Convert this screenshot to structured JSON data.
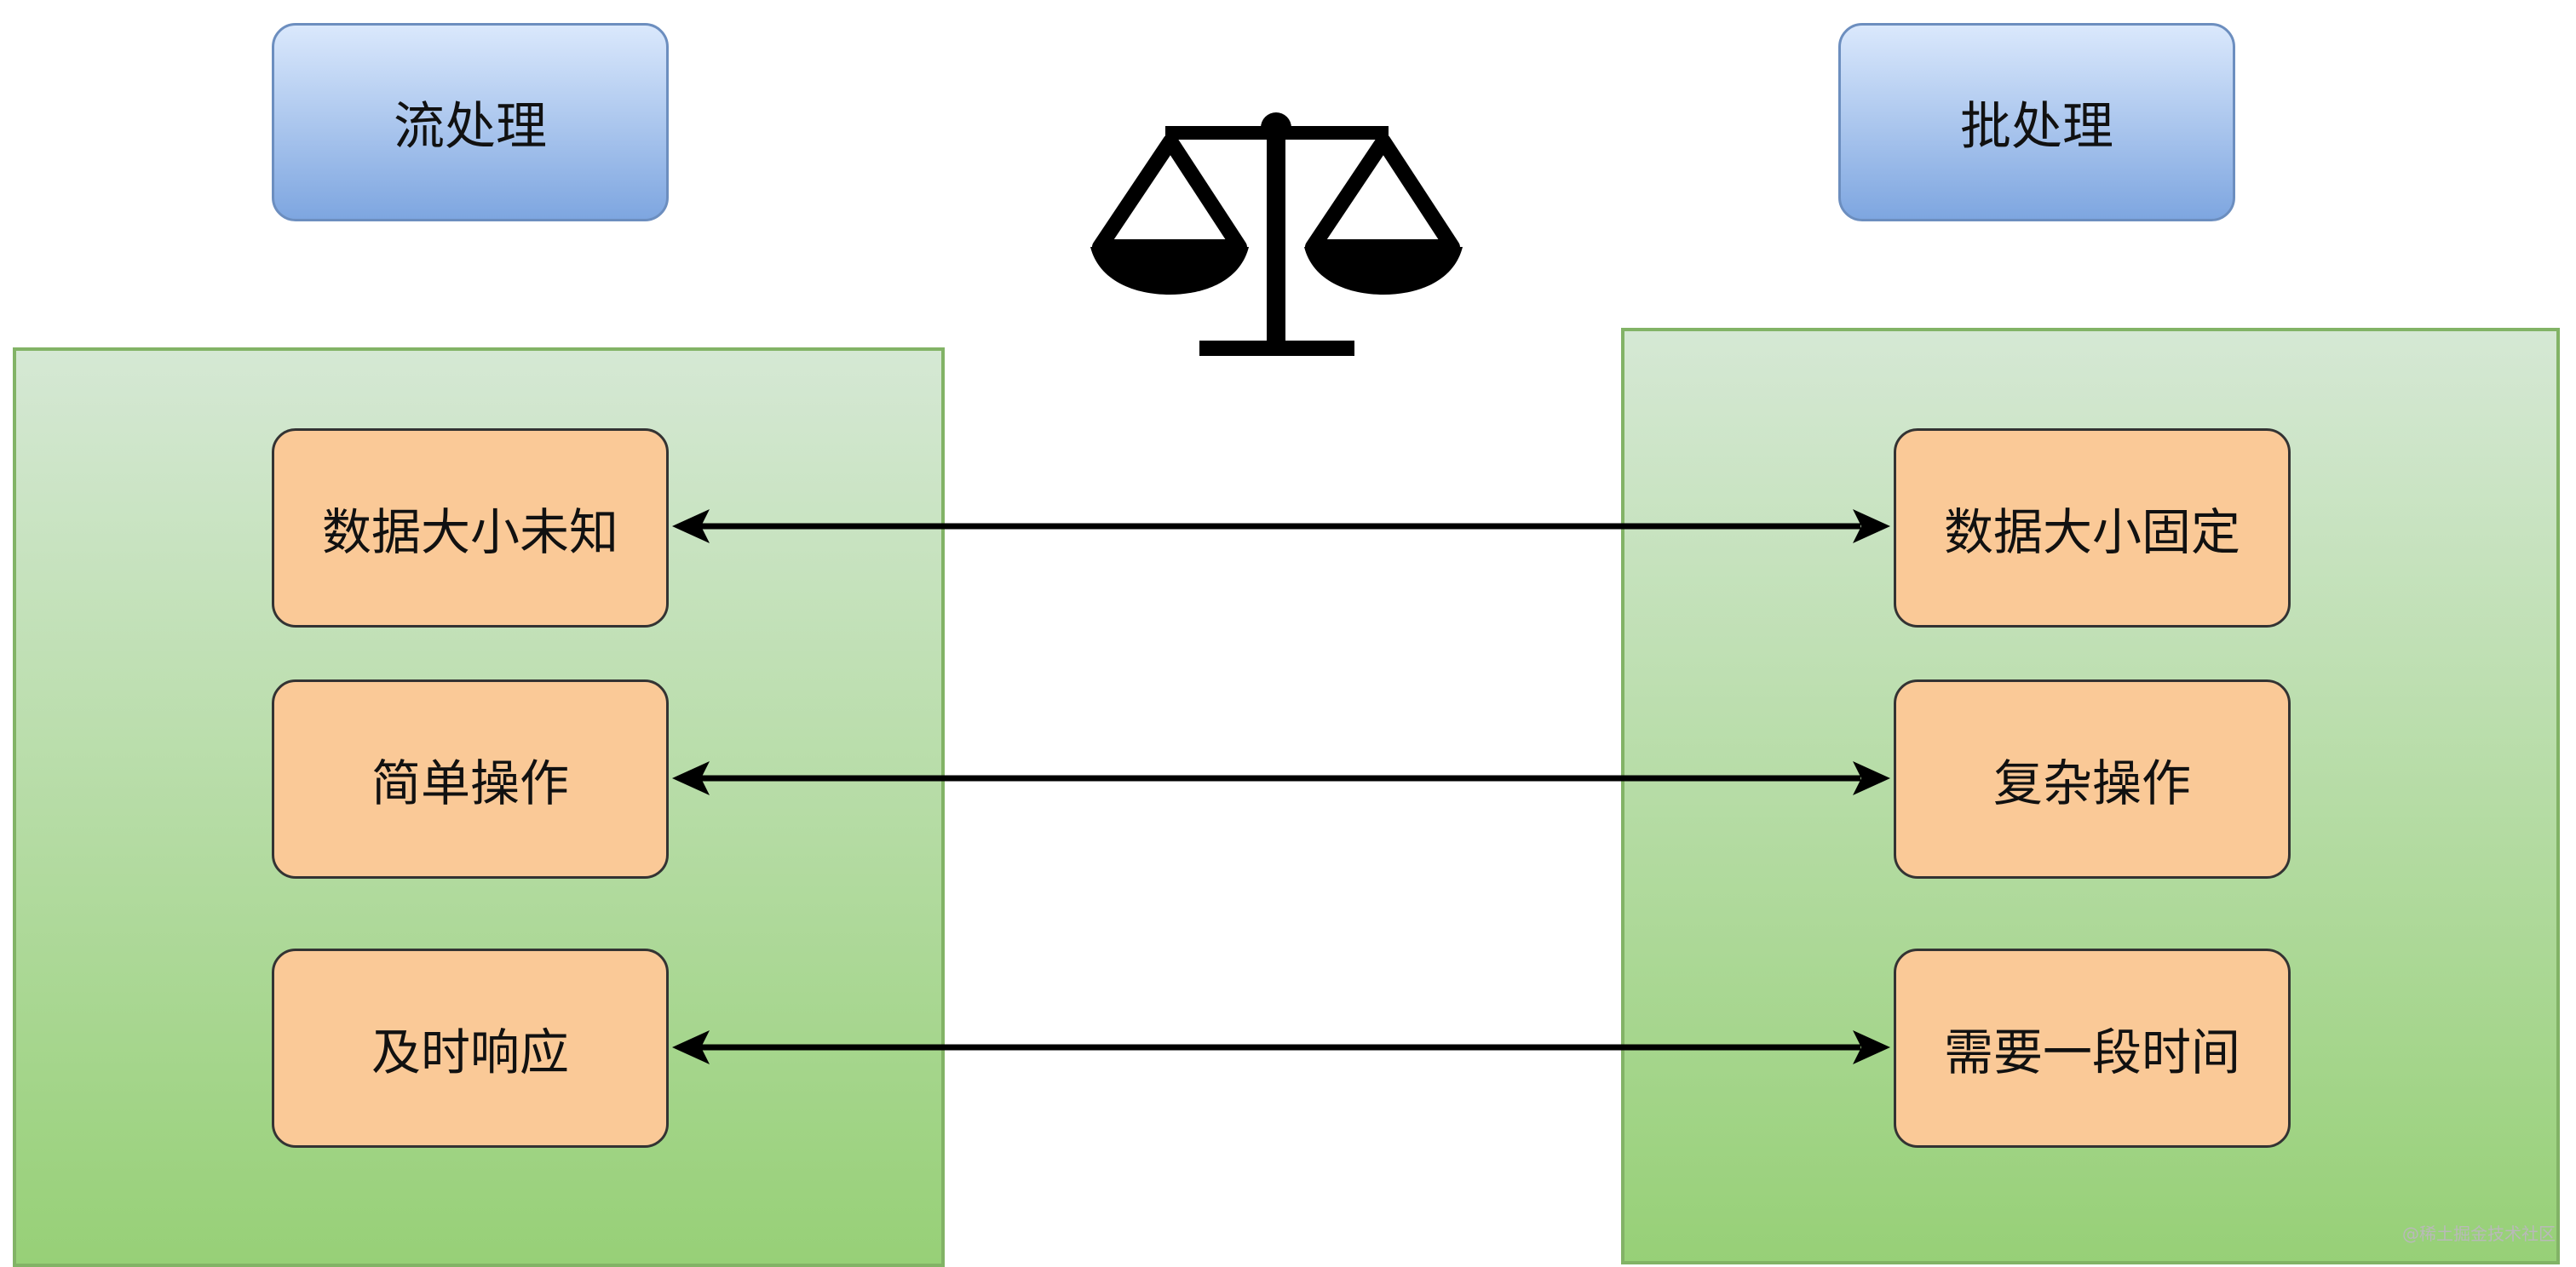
{
  "headers": {
    "left": "流处理",
    "right": "批处理"
  },
  "comparisons": [
    {
      "left": "数据大小未知",
      "right": "数据大小固定"
    },
    {
      "left": "简单操作",
      "right": "复杂操作"
    },
    {
      "left": "及时响应",
      "right": "需要一段时间"
    }
  ],
  "icons": {
    "balance": "scale-of-justice-icon"
  },
  "watermark": "@稀土掘金技术社区",
  "colors": {
    "header_fill_top": "#dae8fc",
    "header_fill_bottom": "#7ea6e0",
    "panel_fill_top": "#d5e8d4",
    "panel_fill_bottom": "#97d077",
    "item_fill": "#fac997",
    "arrow": "#000000"
  }
}
